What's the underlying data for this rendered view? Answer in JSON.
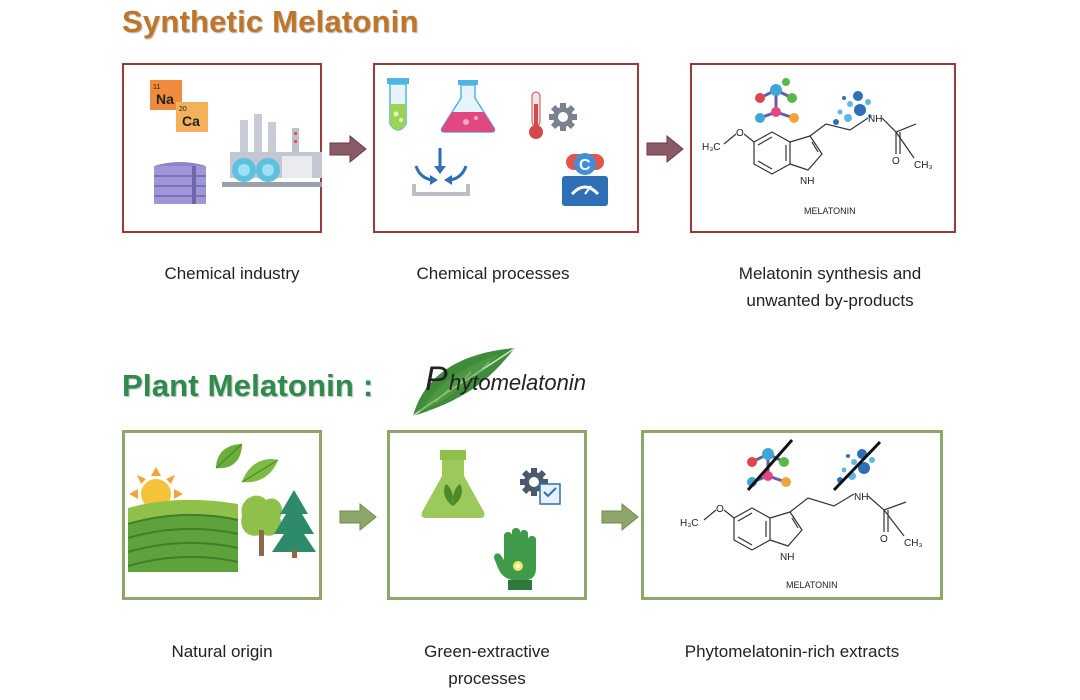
{
  "titles": {
    "synthetic": "Synthetic Melatonin",
    "plant": "Plant Melatonin :",
    "phyto_rest": "hytomelatonin",
    "phyto_initial": "P"
  },
  "synthetic_row": {
    "captions": [
      {
        "lines": [
          "Chemical industry"
        ]
      },
      {
        "lines": [
          "Chemical processes"
        ]
      },
      {
        "lines": [
          "Melatonin synthesis and",
          "unwanted by-products"
        ]
      }
    ]
  },
  "plant_row": {
    "captions": [
      {
        "lines": [
          "Natural origin"
        ]
      },
      {
        "lines": [
          "Green-extractive",
          "processes"
        ]
      },
      {
        "lines": [
          "Phytomelatonin-rich extracts"
        ]
      }
    ]
  },
  "elements": {
    "na_number": "11",
    "na": "Na",
    "ca_number": "20",
    "ca": "Ca",
    "flask_letter": "C"
  },
  "molecule": {
    "methoxy": "H₃C",
    "oxygen": "O",
    "amine": "NH",
    "ring_nh": "NH",
    "methyl": "CH₃",
    "name": "MELATONIN"
  },
  "colors": {
    "synthetic_title": "#c0762a",
    "plant_title": "#2e8b4c",
    "synthetic_border": "#9a3a3a",
    "plant_border": "#8ea66a",
    "synthetic_arrow": "#8a5a66",
    "plant_arrow": "#8ea66a"
  },
  "icons": [
    "element-tiles-icon",
    "storage-tank-icon",
    "factory-icon",
    "test-tube-icon",
    "flask-icon",
    "thermometer-icon",
    "gear-icon",
    "merge-arrows-icon",
    "scale-icon",
    "molecule-icon",
    "particles-icon",
    "sun-icon",
    "field-icon",
    "leaves-icon",
    "trees-icon",
    "green-flask-icon",
    "gear-check-icon",
    "glove-icon",
    "leaf-banner-icon"
  ]
}
